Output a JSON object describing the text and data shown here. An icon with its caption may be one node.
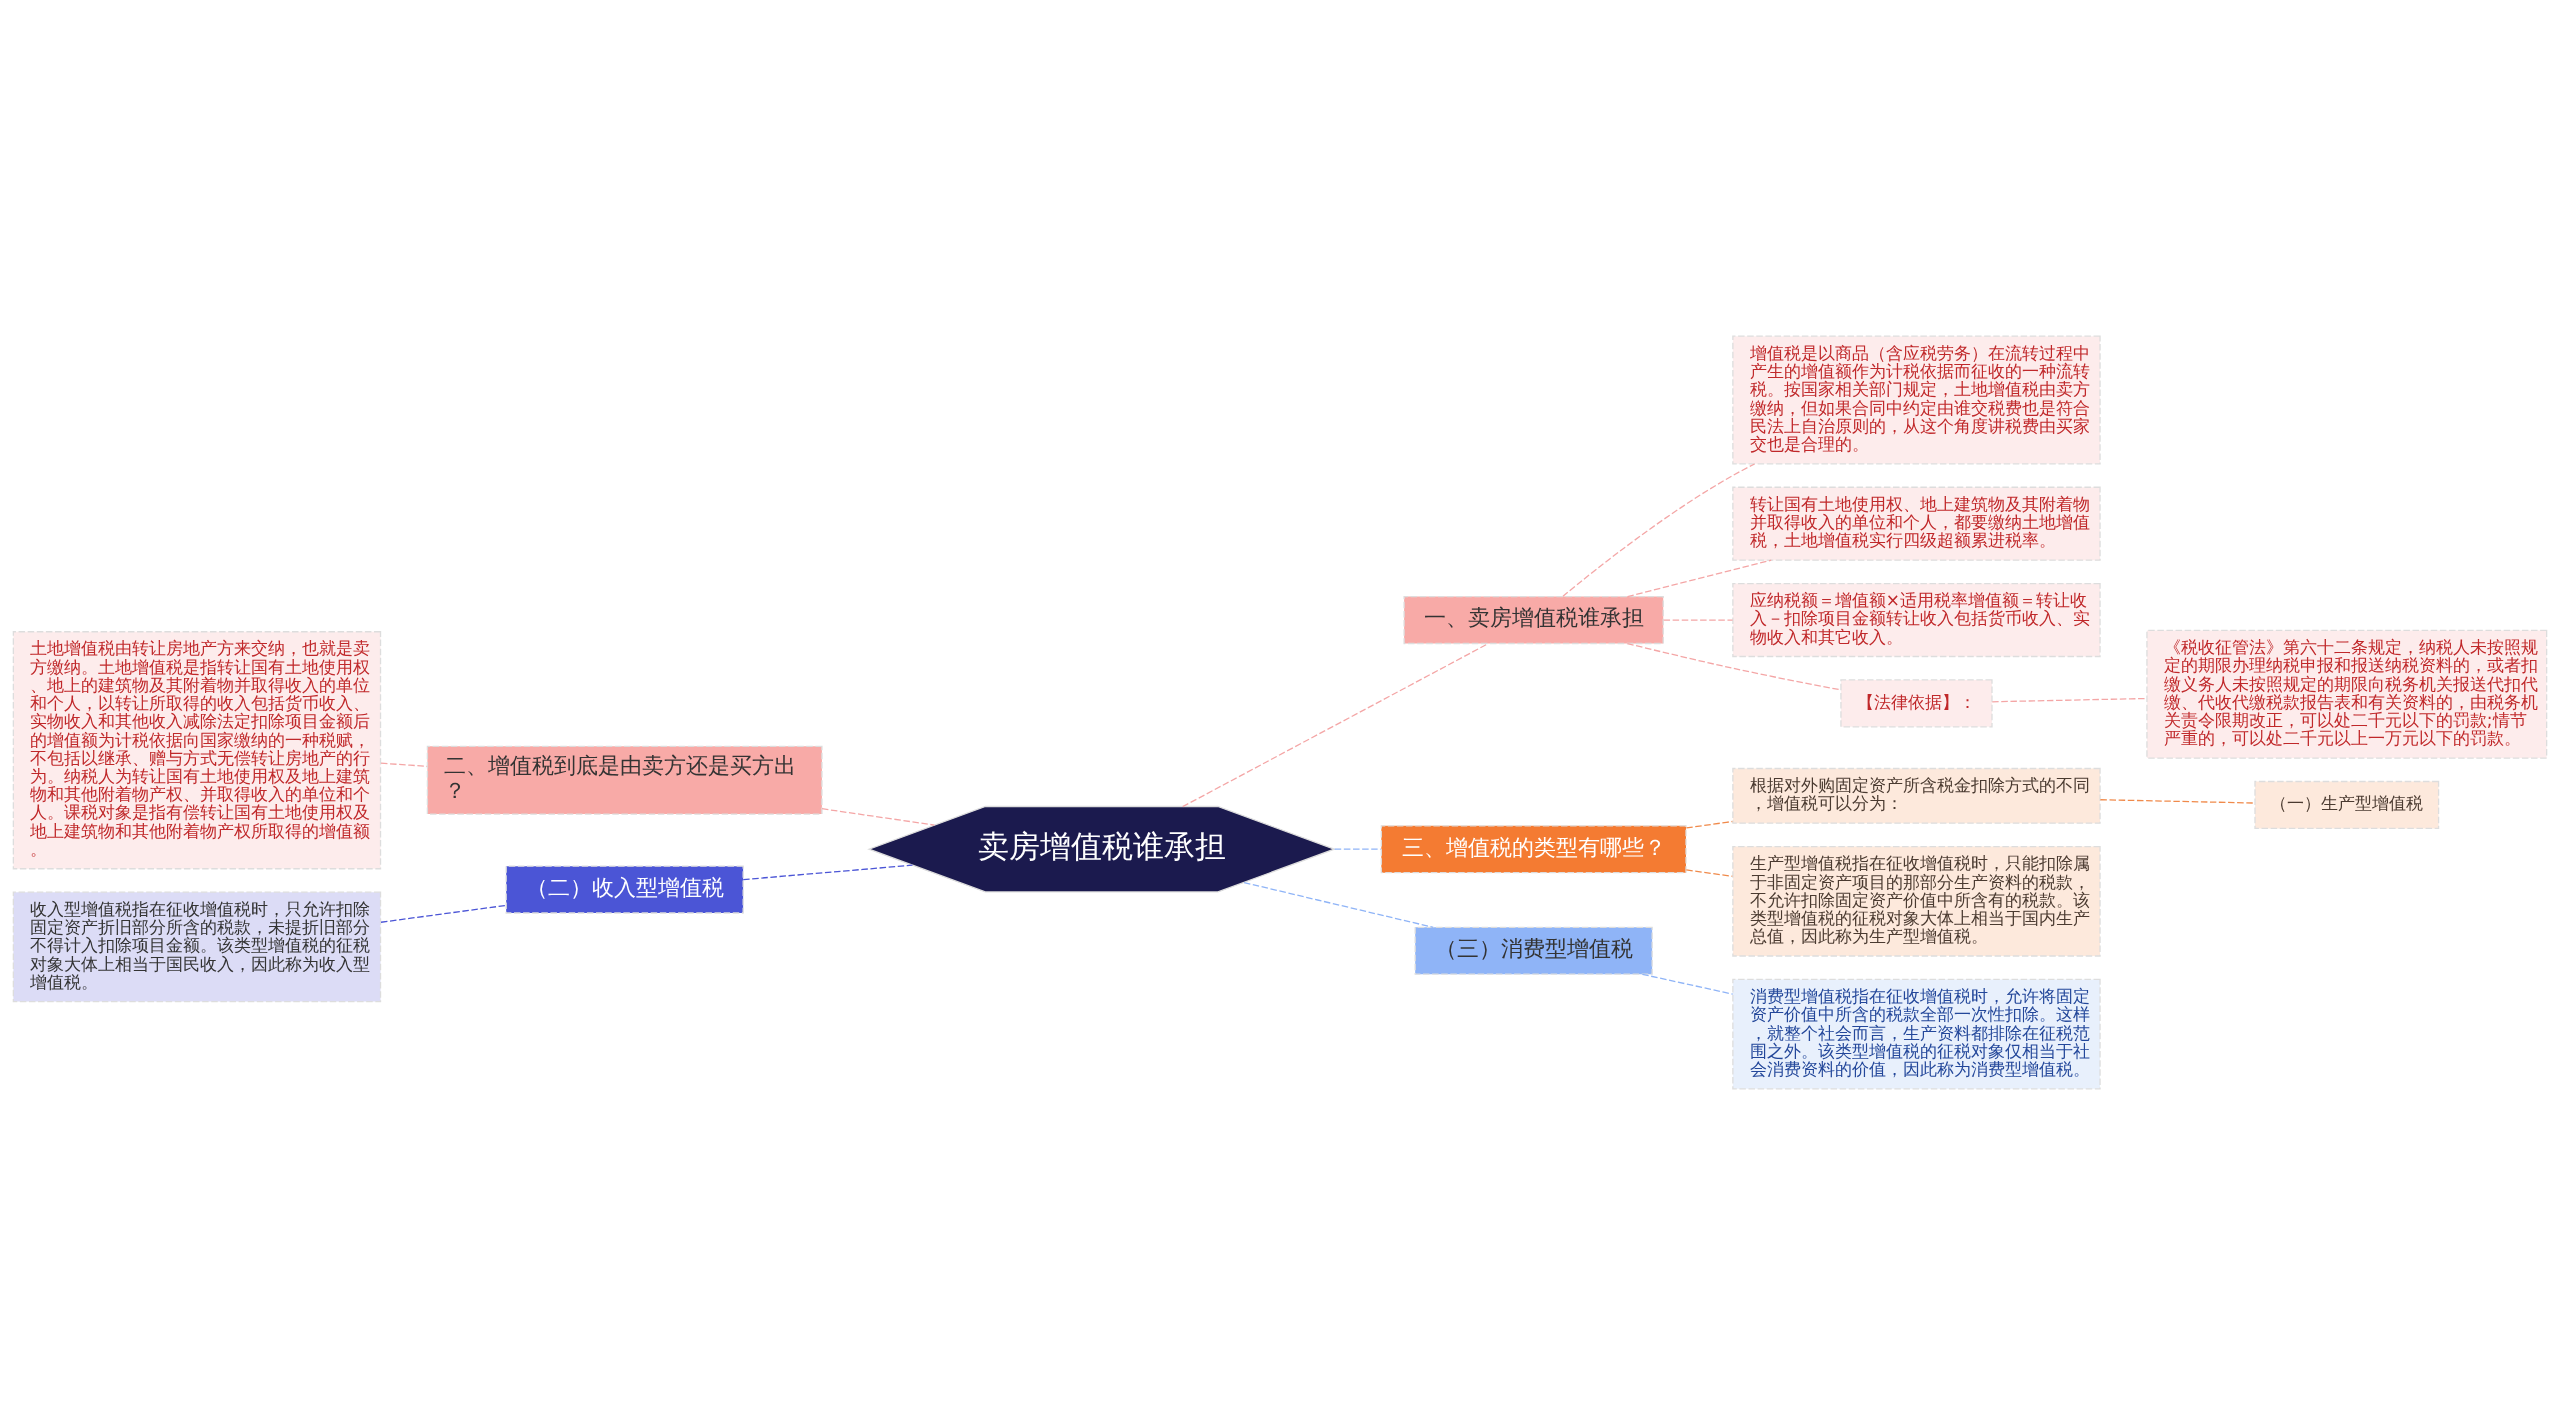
{
  "diagram": {
    "nodes": [
      {
        "text": [
          "卖房增值税谁承担"
        ]
      },
      {
        "text": [
          "一、卖房增值税谁承担"
        ]
      },
      {
        "text": [
          "增值税是以商品（含应税劳务）在流转过程中产生的增值额作为计税依据而征收的一种流转税。按国家相关部门规定，土地增值税由卖方缴纳，但如果合同中约定由谁交税费也是符合民法上自治原则的，从这个角度讲税费由买家交也是合理的。"
        ]
      },
      {
        "text": [
          "转让国有土地使用权、地上建筑物及其附着物并取得收入的单位和个人，都要缴纳土地增值税，土地增值税实行四级超额累进税率。"
        ]
      },
      {
        "text": [
          "应纳税额＝增值额×适用税率增值额＝转让收入－扣除项目金额转让收入包括货币收入、实物收入和其它收入。"
        ]
      },
      {
        "text": [
          "【法律依据】："
        ]
      },
      {
        "text": [
          "《税收征管法》第六十二条规定，纳税人未按照规定的期限办理纳税申报和报送纳税资料的，或者扣缴义务人未按照规定的期限向税务机关报送代扣代缴、代收代缴税款报告表和有关资料的，由税务机关责令限期改正，可以处二千元以下的罚款;情节严重的，可以处二千元以上一万元以下的罚款。"
        ]
      },
      {
        "text": [
          "三、增值税的类型有哪些？"
        ]
      },
      {
        "text": [
          "根据对外购固定资产所含税金扣除方式的不同，增值税可以分为："
        ]
      },
      {
        "text": [
          "（一）生产型增值税"
        ]
      },
      {
        "text": [
          "生产型增值税指在征收增值税时，只能扣除属于非固定资产项目的那部分生产资料的税款，不允许扣除固定资产价值中所含有的税款。该类型增值税的征税对象大体上相当于国内生产总值，因此称为生产型增值税。"
        ]
      },
      {
        "text": [
          "（三）消费型增值税"
        ]
      },
      {
        "text": [
          "消费型增值税指在征收增值税时，允许将固定资产价值中所含的税款全部一次性扣除。这样，就整个社会而言，生产资料都排除在征税范围之外。该类型增值税的征税对象仅相当于社会消费资料的价值，因此称为消费型增值税。"
        ]
      },
      {
        "text": [
          "二、增值税到底是由卖方还是买方出？"
        ]
      },
      {
        "text": [
          "土地增值税由转让房地产方来交纳，也就是卖方缴纳。土地增值税是指转让国有土地使用权、地上的建筑物及其附着物并取得收入的单位和个人，以转让所取得的收入包括货币收入、实物收入和其他收入减除法定扣除项目金额后的增值额为计税依据向国家缴纳的一种税赋，不包括以继承、赠与方式无偿转让房地产的行为。纳税人为转让国有土地使用权及地上建筑物和其他附着物产权、并取得收入的单位和个人。课税对象是指有偿转让国有土地使用权及地上建筑物和其他附着物产权所取得的增值额。"
        ]
      },
      {
        "text": [
          "（二）收入型增值税"
        ]
      },
      {
        "text": [
          "收入型增值税指在征收增值税时，只允许扣除固定资产折旧部分所含的税款，未提折旧部分不得计入扣除项目金额。该类型增值税的征税对象大体上相当于国民收入，因此称为收入型增值税。"
        ]
      }
    ],
    "edges": [
      {
        "from": 0,
        "to": 1,
        "arrow": "none",
        "style": "dashed"
      },
      {
        "from": 1,
        "to": 2,
        "arrow": "none",
        "style": "dashed"
      },
      {
        "from": 1,
        "to": 3,
        "arrow": "none",
        "style": "dashed"
      },
      {
        "from": 1,
        "to": 4,
        "arrow": "none",
        "style": "dashed"
      },
      {
        "from": 1,
        "to": 5,
        "arrow": "none",
        "style": "dashed"
      },
      {
        "from": 5,
        "to": 6,
        "arrow": "none",
        "style": "dashed"
      },
      {
        "from": 0,
        "to": 7,
        "arrow": "none",
        "style": "dashed",
        "color": "#8fb4f7"
      },
      {
        "from": 7,
        "to": 8,
        "arrow": "none",
        "style": "dashed",
        "color": "#f08a4b"
      },
      {
        "from": 8,
        "to": 9,
        "arrow": "none",
        "style": "dashed",
        "color": "#f08a4b"
      },
      {
        "from": 7,
        "to": 10,
        "arrow": "none",
        "style": "dashed",
        "color": "#f08a4b"
      },
      {
        "from": 0,
        "to": 11,
        "arrow": "none",
        "style": "dashed",
        "color": "#8fb4f7"
      },
      {
        "from": 11,
        "to": 12,
        "arrow": "none",
        "style": "dashed",
        "color": "#8fb4f7"
      },
      {
        "from": 0,
        "to": 13,
        "arrow": "none",
        "style": "dashed"
      },
      {
        "from": 13,
        "to": 14,
        "arrow": "none",
        "style": "dashed"
      },
      {
        "from": 0,
        "to": 15,
        "arrow": "none",
        "style": "dashed",
        "color": "#4b55d6"
      },
      {
        "from": 15,
        "to": 16,
        "arrow": "none",
        "style": "dashed",
        "color": "#4b55d6"
      }
    ]
  }
}
